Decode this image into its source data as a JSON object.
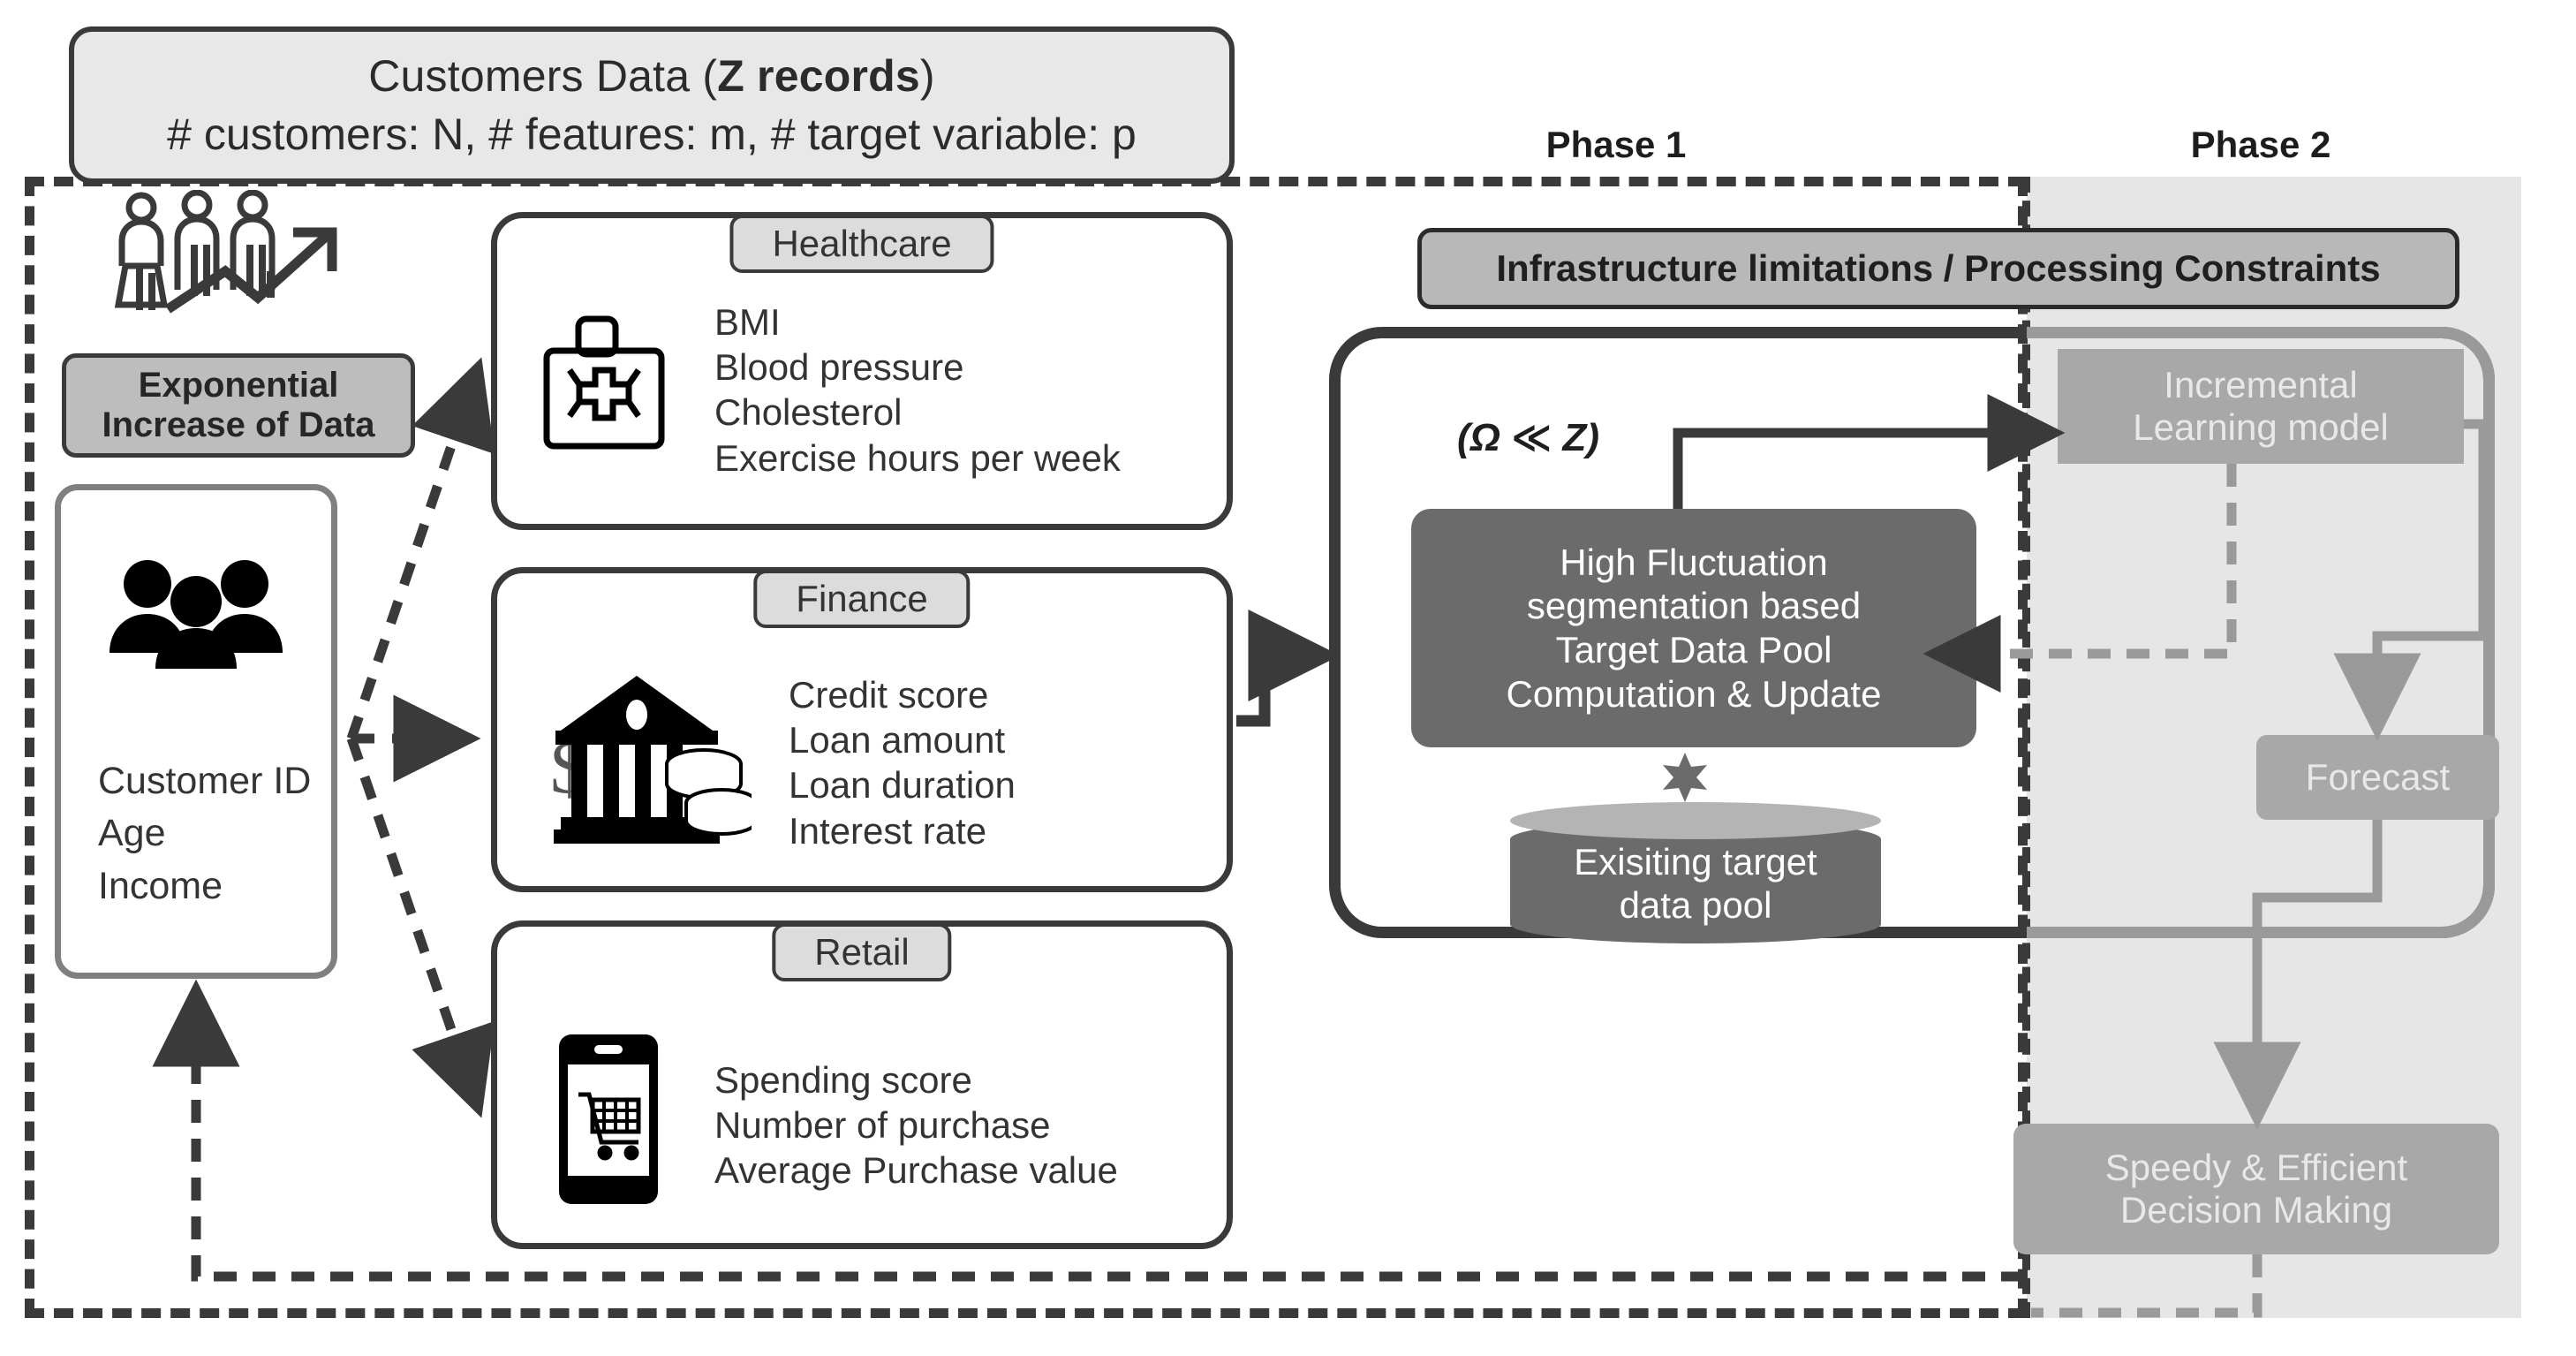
{
  "header": {
    "line1_prefix": "Customers Data (",
    "line1_bold": "Z records",
    "line1_suffix": ")",
    "line2": "# customers: N, # features: m, # target variable: p"
  },
  "phases": {
    "phase1_label": "Phase 1",
    "phase2_label": "Phase 2"
  },
  "left_column": {
    "growth_icon": "people-growth-icon",
    "badge_line1": "Exponential",
    "badge_line2": "Increase of Data",
    "customer_icon": "people-group-icon",
    "customer_fields": [
      "Customer ID",
      "Age",
      "Income"
    ]
  },
  "domains": [
    {
      "tag": "Healthcare",
      "icon": "medical-kit-icon",
      "items": [
        "BMI",
        "Blood pressure",
        "Cholesterol",
        "Exercise hours per week"
      ]
    },
    {
      "tag": "Finance",
      "icon": "bank-coins-icon",
      "items": [
        "Credit score",
        "Loan amount",
        "Loan duration",
        "Interest rate"
      ]
    },
    {
      "tag": "Retail",
      "icon": "mobile-cart-icon",
      "items": [
        "Spending score",
        "Number of purchase",
        "Average Purchase value"
      ]
    }
  ],
  "constraints_banner": "Infrastructure limitations / Processing Constraints",
  "phase1": {
    "omega_label": "(Ω ≪ Z)",
    "process_box": "High Fluctuation segmentation based Target Data Pool Computation & Update",
    "process_lines": [
      "High Fluctuation",
      "segmentation based",
      "Target Data Pool",
      "Computation & Update"
    ],
    "star_icon": "six-point-star-icon",
    "data_pool_lines": [
      "Exisiting target",
      "data pool"
    ]
  },
  "phase2": {
    "incremental_lines": [
      "Incremental",
      "Learning model"
    ],
    "forecast_label": "Forecast",
    "decision_lines": [
      "Speedy & Efficient",
      "Decision Making"
    ]
  },
  "colors": {
    "dark_stroke": "#3a3a3a",
    "mid_gray": "#9a9a9a",
    "node_gray": "#a8a8a8",
    "process_gray": "#6b6b6b",
    "panel_gray": "#e6e6e6",
    "header_fill": "#e8e8e8",
    "badge_fill": "#bdbdbd",
    "tag_fill": "#dcdcdc"
  }
}
